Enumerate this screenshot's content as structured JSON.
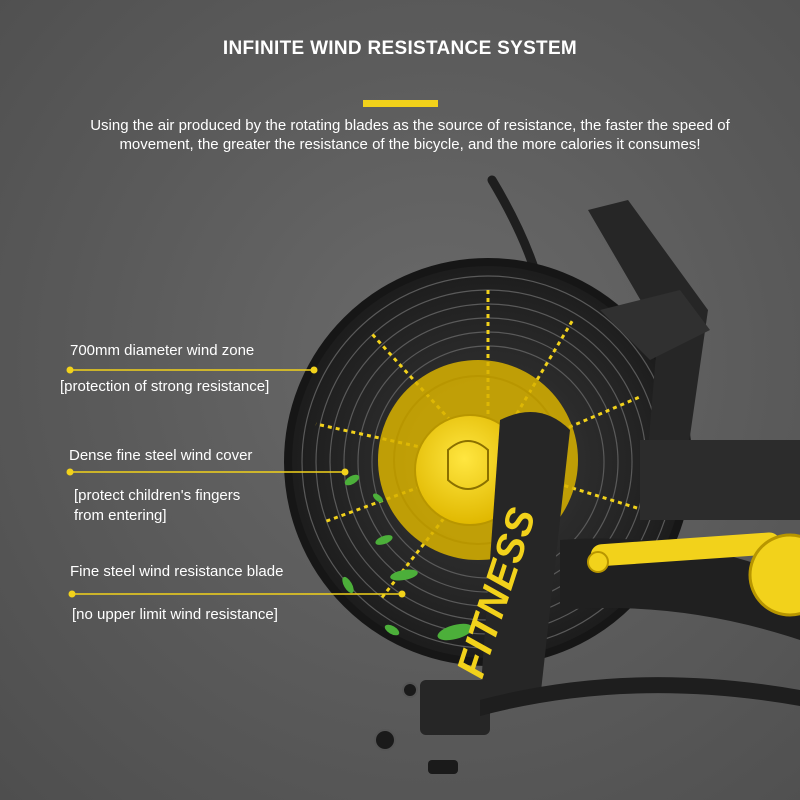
{
  "header": {
    "title": "INFINITE WIND RESISTANCE SYSTEM",
    "description": "Using the air produced by the rotating blades as the source of resistance, the faster the speed of movement, the greater the resistance of the bicycle, and the more calories it consumes!"
  },
  "callouts": [
    {
      "label": "700mm diameter wind zone",
      "note": "[protection of strong resistance]"
    },
    {
      "label": "Dense fine steel wind cover",
      "note_line1": "[protect children's fingers",
      "note_line2": "from entering]"
    },
    {
      "label": "Fine steel wind resistance blade",
      "note": "[no upper limit wind resistance]"
    }
  ],
  "product": {
    "frame_text": "FITNESS"
  },
  "colors": {
    "accent_yellow": "#f2d21b",
    "background": "#5c5c5c",
    "frame": "#2a2a2a",
    "leaf_green": "#4caf3a"
  }
}
